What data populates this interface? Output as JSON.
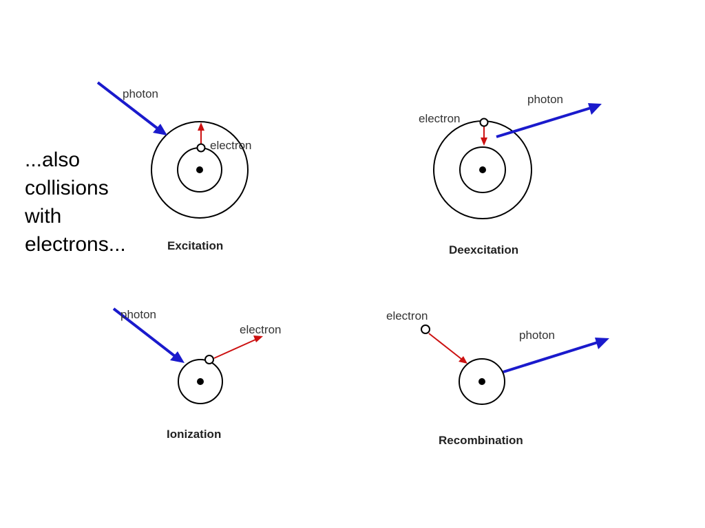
{
  "side_text": "...also collisions with electrons...",
  "colors": {
    "photon_arrow": "#1a1acc",
    "electron_arrow": "#cc1111",
    "orbit": "#000000"
  },
  "panels": {
    "excitation": {
      "title": "Excitation",
      "photon_label": "photon",
      "electron_label": "electron"
    },
    "deexcitation": {
      "title": "Deexcitation",
      "photon_label": "photon",
      "electron_label": "electron"
    },
    "ionization": {
      "title": "Ionization",
      "photon_label": "photon",
      "electron_label": "electron"
    },
    "recombination": {
      "title": "Recombination",
      "photon_label": "photon",
      "electron_label": "electron"
    }
  }
}
